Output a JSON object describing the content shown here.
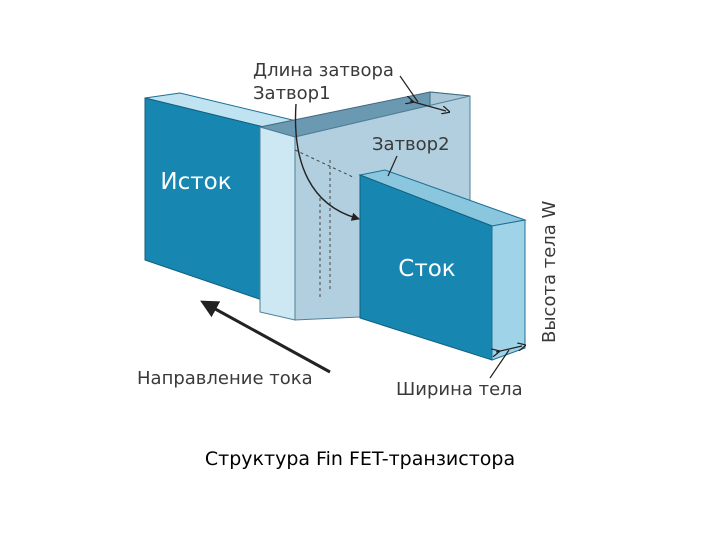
{
  "caption": "Структура Fin FET-транзистора",
  "labels": {
    "source": "Исток",
    "drain": "Сток",
    "gate_length": "Длина затвора",
    "gate1": "Затвор1",
    "gate2": "Затвор2",
    "body_height": "Высота тела W",
    "body_width": "Ширина тела",
    "current_direction": "Направление тока"
  },
  "colors": {
    "electrode_front": "#1787b1",
    "electrode_side": "#9fd3e8",
    "gate_front": "#b2cfdf",
    "gate_top": "#6b99b1",
    "gate_edge": "#cde8f2",
    "line": "#222222",
    "label": "#3a3a3a"
  }
}
